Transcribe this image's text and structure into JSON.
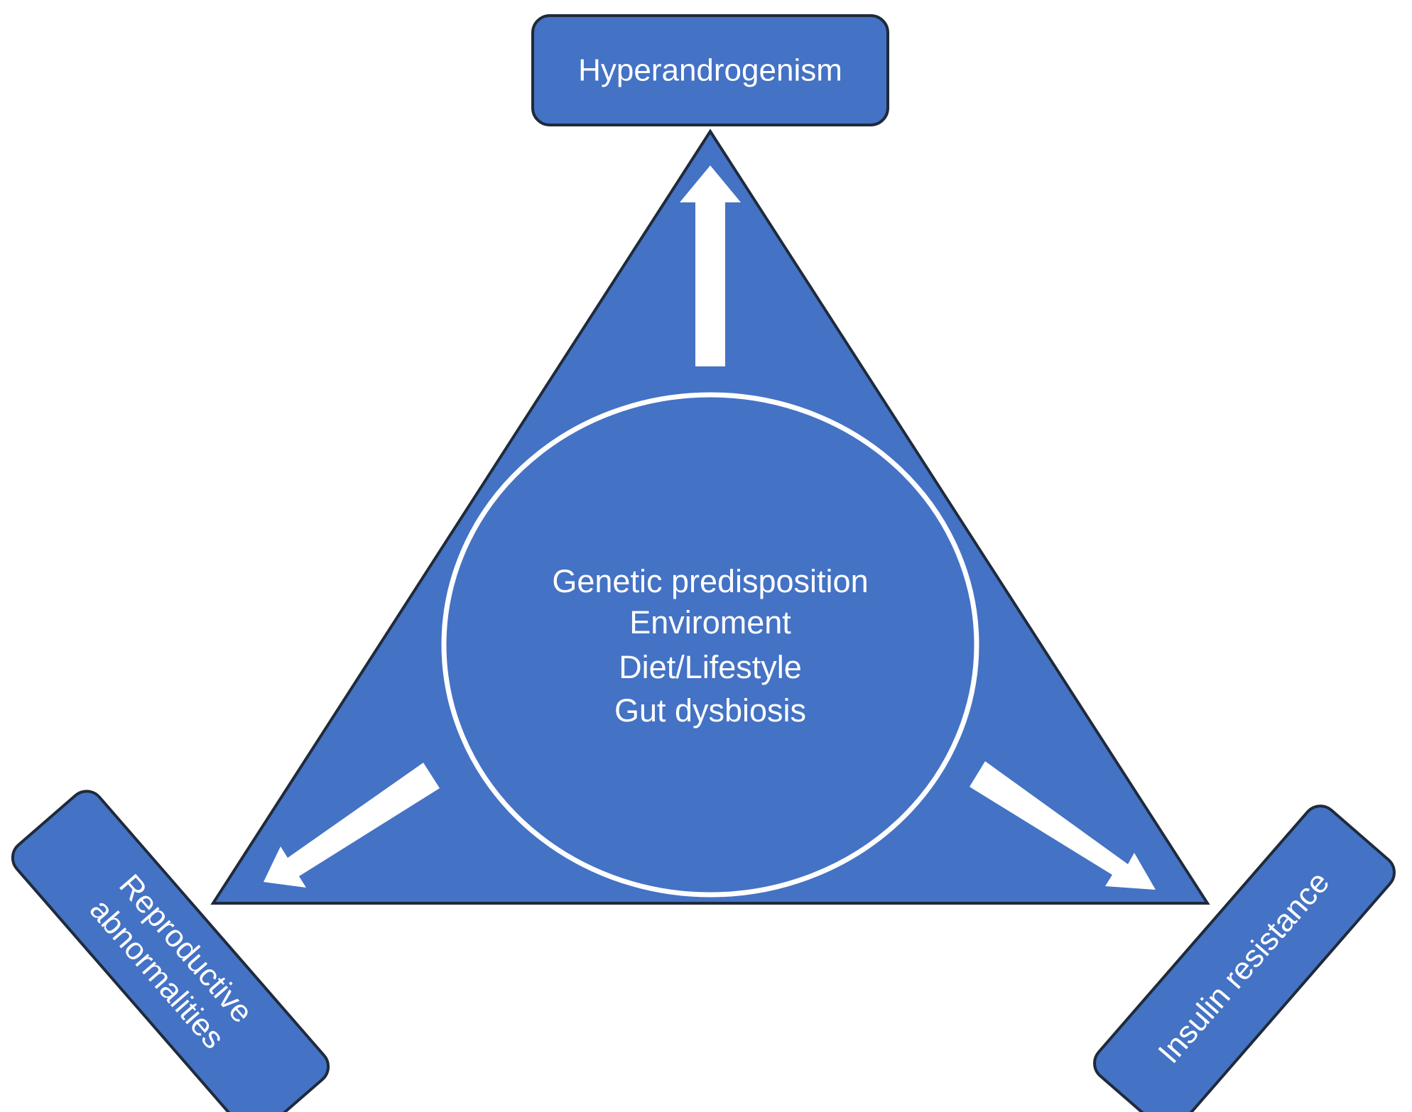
{
  "colors": {
    "fill": "#4472C4",
    "outline": "#1f2a3a",
    "arrow": "#ffffff",
    "text": "#ffffff"
  },
  "nodes": {
    "top": {
      "label": "Hyperandrogenism"
    },
    "left": {
      "lines": [
        "Reproductive",
        "abnormalities"
      ]
    },
    "right": {
      "label": "Insulin resistance"
    }
  },
  "center": {
    "lines": [
      "Genetic predisposition",
      "Enviroment",
      "Diet/Lifestyle",
      "Gut dysbiosis"
    ]
  }
}
